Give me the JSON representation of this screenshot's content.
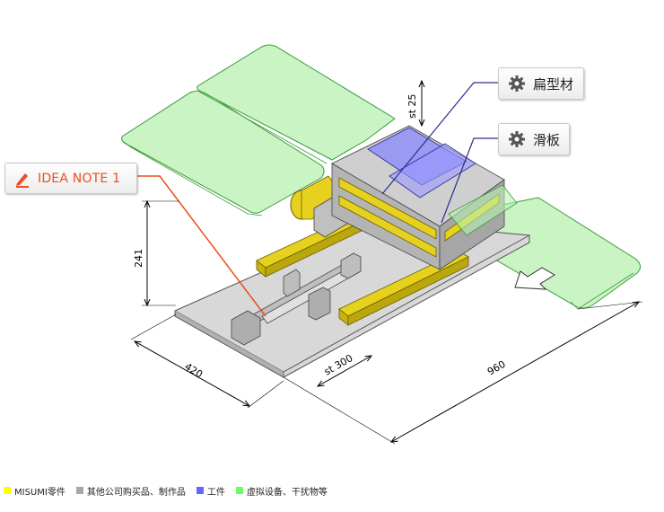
{
  "callouts": {
    "idea_note": "IDEA NOTE 1",
    "extrusion": "扁型材",
    "slide": "滑板"
  },
  "dimensions": {
    "stroke": "st 25",
    "height": "241",
    "width": "420",
    "travel": "st 300",
    "length": "960"
  },
  "legend": [
    {
      "label": "MISUMI零件",
      "color": "#ffff00"
    },
    {
      "label": "其他公司购买品、制作品",
      "color": "#a8a8a8"
    },
    {
      "label": "工件",
      "color": "#6666ff"
    },
    {
      "label": "虚拟设备、干扰物等",
      "color": "#66ff66"
    }
  ],
  "colors": {
    "accent": "#e8501e",
    "leader": "#2d2d8a",
    "conveyor": "#b8f0b0",
    "yellow": "#e6d21e"
  }
}
